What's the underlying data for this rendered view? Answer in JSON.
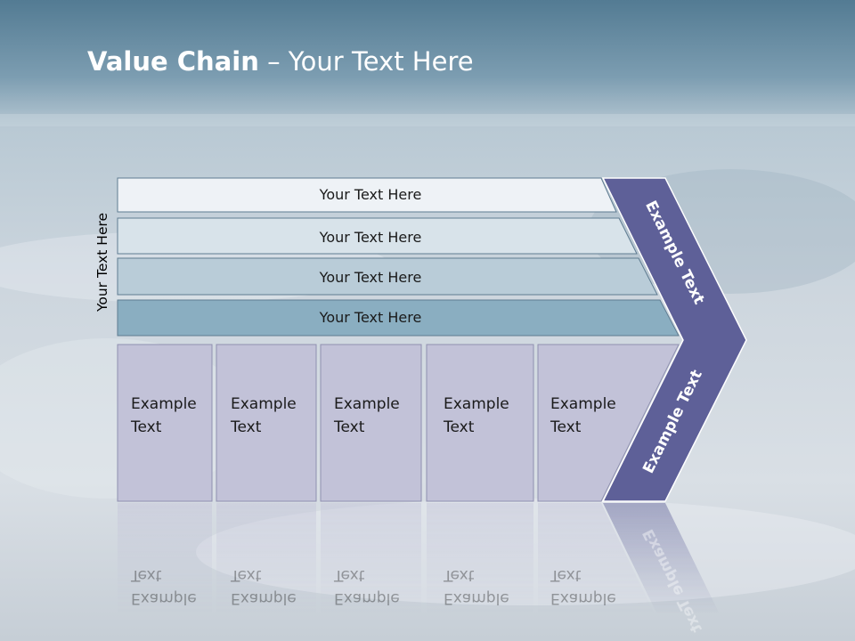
{
  "title": {
    "bold": "Value Chain",
    "rest": " – Your Text Here"
  },
  "side_label": "Your Text Here",
  "bars": [
    {
      "label": "Your Text Here",
      "fill": "#eef2f6"
    },
    {
      "label": "Your Text Here",
      "fill": "#d8e3ea"
    },
    {
      "label": "Your Text Here",
      "fill": "#b9ccd8"
    },
    {
      "label": "Your Text Here",
      "fill": "#8aaec1"
    }
  ],
  "boxes": [
    {
      "line1": "Example",
      "line2": "Text"
    },
    {
      "line1": "Example",
      "line2": "Text"
    },
    {
      "line1": "Example",
      "line2": "Text"
    },
    {
      "line1": "Example",
      "line2": "Text"
    },
    {
      "line1": "Example",
      "line2": "Text"
    }
  ],
  "chevron": {
    "upper_label": "Example Text",
    "lower_label": "Example Text",
    "fill": "#5e6098"
  },
  "colors": {
    "box_fill": "#c2c2d8",
    "box_stroke": "#8f90b0",
    "bar_stroke": "#5f7c91"
  }
}
